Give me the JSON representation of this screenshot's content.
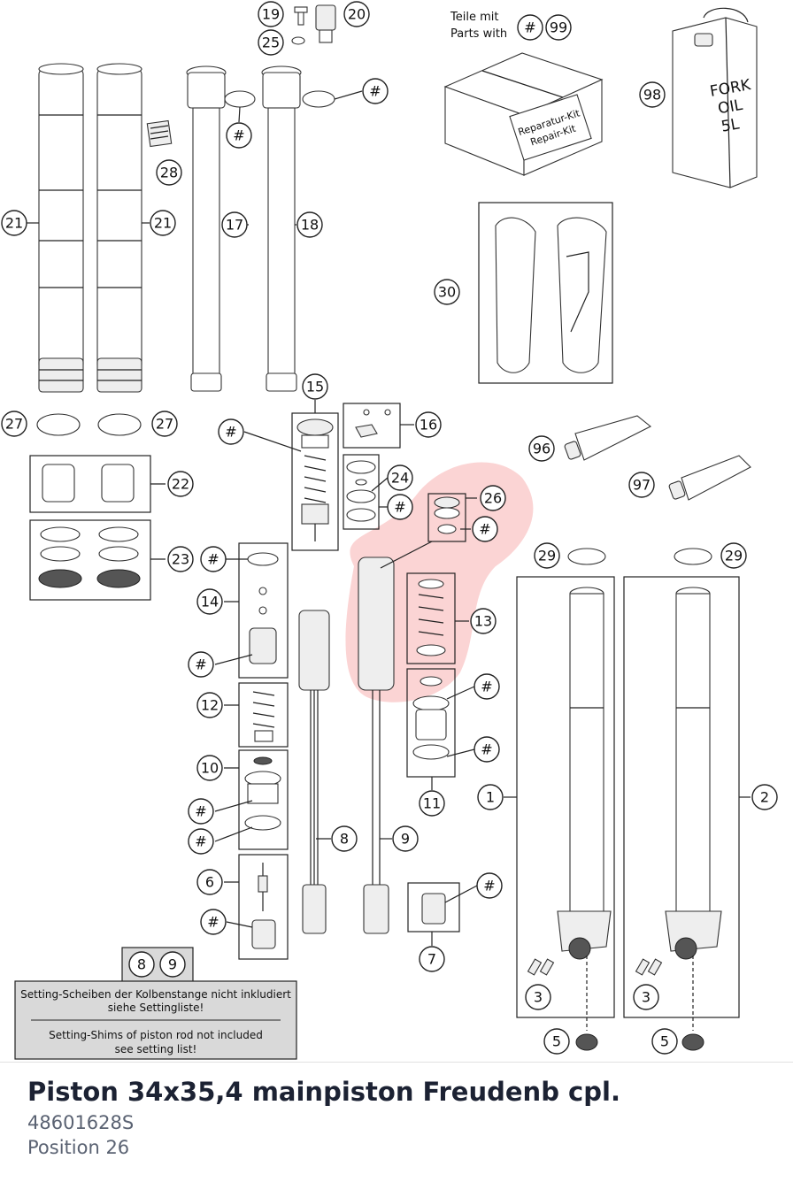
{
  "diagram": {
    "callouts": [
      "19",
      "20",
      "25",
      "#",
      "28",
      "21",
      "17",
      "18",
      "98",
      "99",
      "30",
      "15",
      "16",
      "27",
      "22",
      "24",
      "26",
      "23",
      "14",
      "13",
      "12",
      "11",
      "10",
      "8",
      "9",
      "6",
      "7",
      "1",
      "2",
      "3",
      "5",
      "29",
      "96",
      "97"
    ],
    "kit_label_de": "Teile mit",
    "kit_label_en": "Parts with",
    "box_text_line1": "Reparatur-Kit",
    "box_text_line2": "Repair-Kit",
    "oil_can_line1": "FORK",
    "oil_can_line2": "OIL",
    "oil_can_line3": "5L",
    "note_refs": [
      "8",
      "9"
    ],
    "note_de_line1": "Setting-Scheiben der Kolbenstange nicht inkludiert",
    "note_de_line2": "siehe Settingliste!",
    "note_en_line1": "Setting-Shims of piston rod not included",
    "note_en_line2": "see setting list!",
    "highlight_color": "#f7b0b0"
  },
  "part": {
    "name": "Piston 34x35,4 mainpiston Freudenb cpl.",
    "number": "48601628S",
    "position": "Position 26"
  }
}
